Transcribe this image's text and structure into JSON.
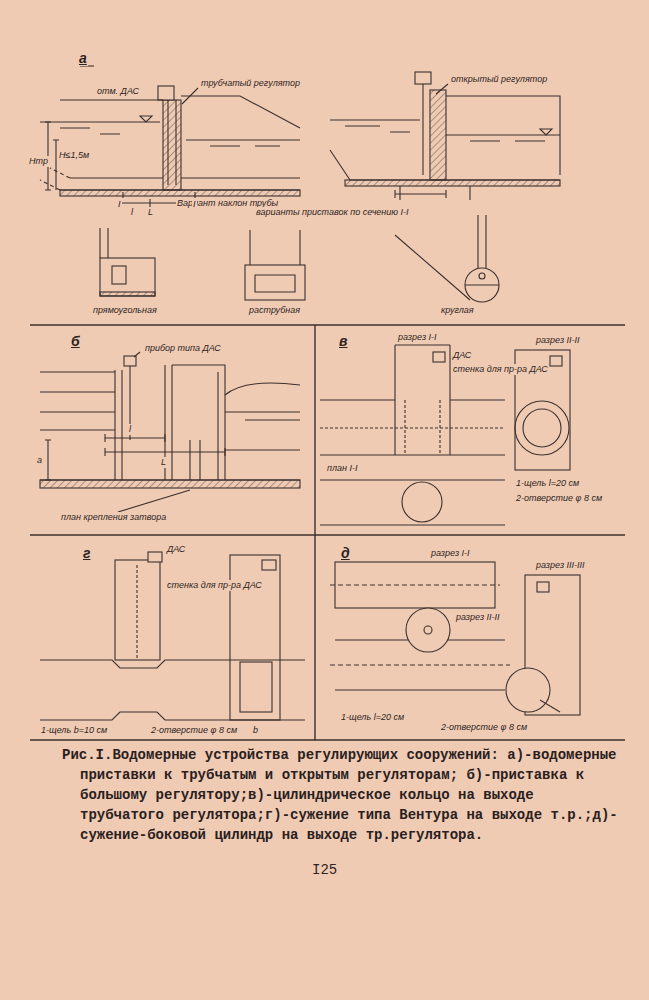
{
  "diagram": {
    "caption": "Рис.I.Водомерные устройства регулирующих сооружений: а)-водомерные приставки к трубчатым и открытым регуляторам; б)-приставка к большому регулятору;в)-цилиндрическое кольцо на выходе трубчатого регулятора;г)-сужение типа Вентура на выходе т.р.;д)-сужение-боковой цилиндр на выходе тр.регулятора.",
    "labels": [
      "а",
      "трубчатый регулятор",
      "отм. ДАС",
      "Hтр",
      "H≤1,5м",
      "Вариант наклон трубы",
      "L",
      "l",
      "I",
      "I",
      "открытый регулятор",
      "варианты приставок по сечению I-I",
      "прямоугольная",
      "раструбная",
      "круглая",
      "б",
      "прибор типа ДАС",
      "L",
      "l",
      "a",
      "план крепления затвора",
      "в",
      "разрез I-I",
      "разрез II-II",
      "ДАС",
      "стенка для пр-ра ДАС",
      "план I-I",
      "1-щель l=20 см",
      "2-отверстие φ 8 см",
      "г",
      "ДАС",
      "стенка для пр-ра ДАС",
      "b",
      "1-щель b=10 см",
      "2-отверстие φ 8 см",
      "д",
      "разрез I-I",
      "разрез II-II",
      "разрез III-III",
      "1-щель l=20 см",
      "2-отверстие φ 8 см",
      "I25"
    ]
  }
}
